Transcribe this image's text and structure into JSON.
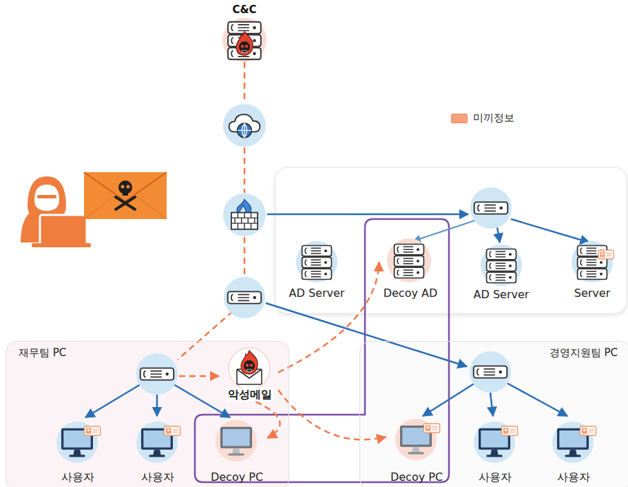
{
  "diagram": {
    "nodes": [
      {
        "text": [
          "C&C"
        ]
      },
      {
        "text": [
          "AD Server"
        ]
      },
      {
        "text": [
          "Decoy AD"
        ]
      },
      {
        "text": [
          "AD Server"
        ]
      },
      {
        "text": [
          "Server"
        ]
      },
      {
        "text": [
          "재무팀 PC"
        ]
      },
      {
        "text": [
          "악성메일"
        ],
        "in": 5
      },
      {
        "text": [
          "사용자"
        ],
        "in": 5
      },
      {
        "text": [
          "사용자"
        ],
        "in": 5
      },
      {
        "text": [
          "Decoy PC"
        ],
        "in": 5
      },
      {
        "text": [
          "경영지원팀 PC"
        ]
      },
      {
        "text": [
          "Decoy PC"
        ],
        "in": 10
      },
      {
        "text": [
          "사용자"
        ],
        "in": 10
      },
      {
        "text": [
          "사용자"
        ],
        "in": 10
      }
    ],
    "edges": [
      {
        "from": 6,
        "to": 2,
        "arrow": "to"
      },
      {
        "from": 6,
        "to": 11,
        "arrow": "to"
      },
      {
        "from": 6,
        "to": 9,
        "arrow": "to"
      }
    ],
    "legend": [
      {
        "text": "미끼정보",
        "color": "#f5a27c"
      }
    ]
  }
}
